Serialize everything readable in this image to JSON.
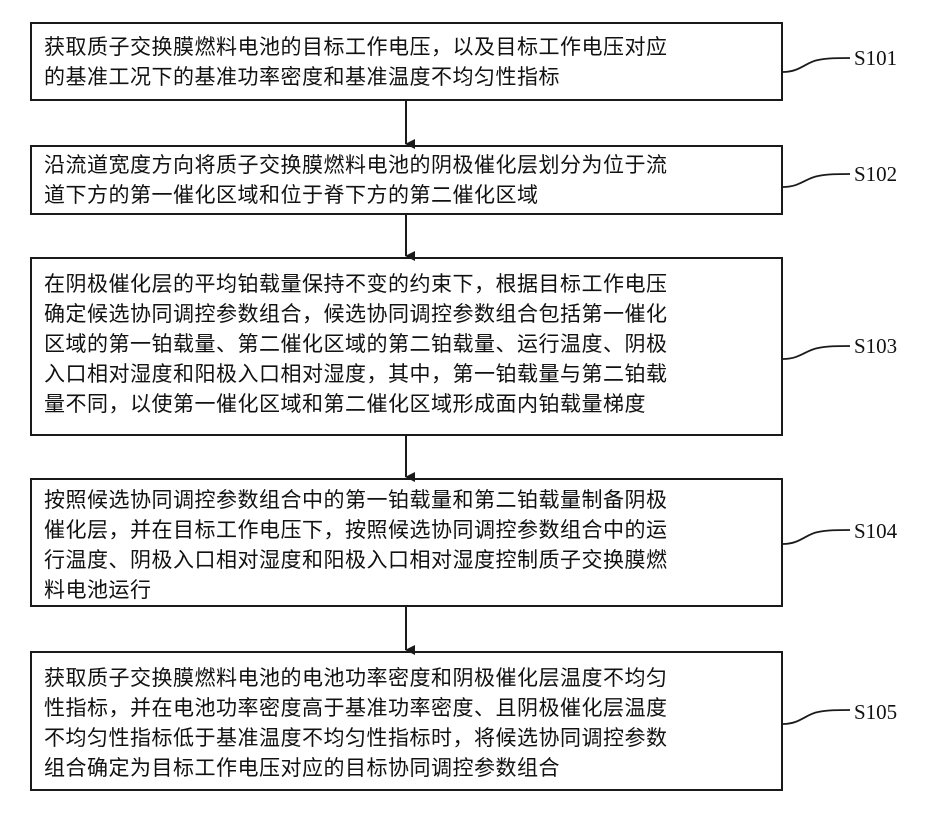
{
  "flowchart": {
    "steps": [
      {
        "label": "S101",
        "text": "获取质子交换膜燃料电池的目标工作电压，以及目标工作电压对应\n的基准工况下的基准功率密度和基准温度不均匀性指标"
      },
      {
        "label": "S102",
        "text": "沿流道宽度方向将质子交换膜燃料电池的阴极催化层划分为位于流\n道下方的第一催化区域和位于脊下方的第二催化区域"
      },
      {
        "label": "S103",
        "text": "在阴极催化层的平均铂载量保持不变的约束下，根据目标工作电压\n确定候选协同调控参数组合，候选协同调控参数组合包括第一催化\n区域的第一铂载量、第二催化区域的第二铂载量、运行温度、阴极\n入口相对湿度和阳极入口相对湿度，其中，第一铂载量与第二铂载\n量不同，以使第一催化区域和第二催化区域形成面内铂载量梯度"
      },
      {
        "label": "S104",
        "text": "按照候选协同调控参数组合中的第一铂载量和第二铂载量制备阴极\n催化层，并在目标工作电压下，按照候选协同调控参数组合中的运\n行温度、阴极入口相对湿度和阳极入口相对湿度控制质子交换膜燃\n料电池运行"
      },
      {
        "label": "S105",
        "text": "获取质子交换膜燃料电池的电池功率密度和阴极催化层温度不均匀\n性指标，并在电池功率密度高于基准功率密度、且阴极催化层温度\n不均匀性指标低于基准温度不均匀性指标时，将候选协同调控参数\n组合确定为目标工作电压对应的目标协同调控参数组合"
      }
    ]
  }
}
